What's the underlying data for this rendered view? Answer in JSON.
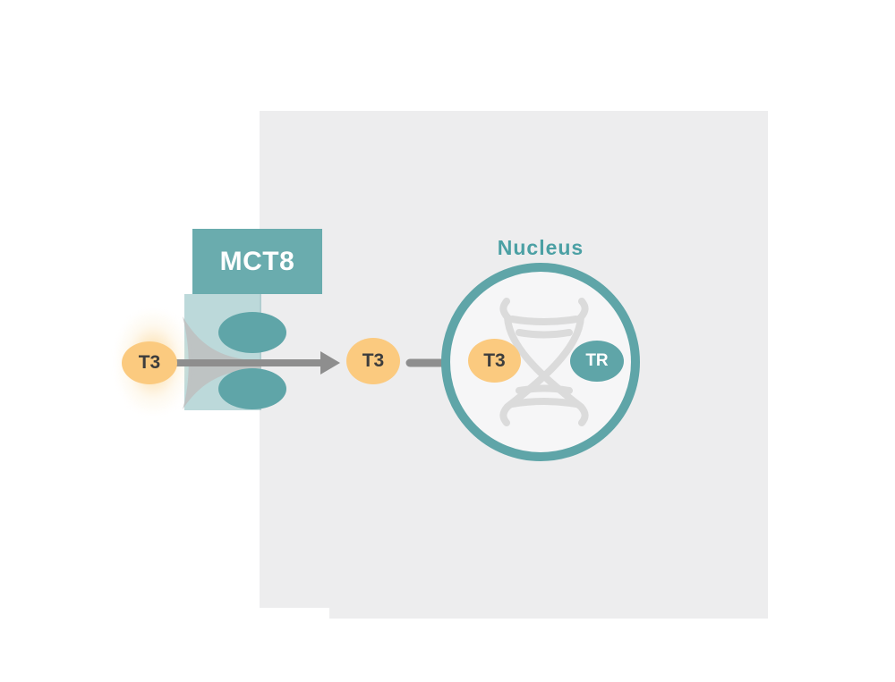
{
  "diagram": {
    "mct8": {
      "label": "MCT8"
    },
    "extracellular_t3": {
      "label": "T3"
    },
    "cytoplasmic_t3": {
      "label": "T3"
    },
    "nucleus": {
      "label": "Nucleus"
    },
    "nuclear_t3": {
      "label": "T3"
    },
    "thyroid_receptor": {
      "label": "TR"
    }
  },
  "icons": {
    "dna": "dna-helix-icon",
    "transport_arrow_1": "arrow-right-icon",
    "transport_arrow_2": "arrow-right-icon",
    "funnel": "funnel-channel-shape",
    "transporter_subunits": "transporter-ellipses"
  },
  "colors": {
    "teal": "#5fa5a8",
    "teal_mct8": "#6aacae",
    "teal_text": "#4ba0a4",
    "yellow": "#fbca7f",
    "cell_gray": "#ededee",
    "nucleus_fill": "#f6f6f7",
    "dna_gray": "#dbdbdb",
    "arrow_gray": "#8e8e8e",
    "label_dark": "#3d3d3d"
  }
}
